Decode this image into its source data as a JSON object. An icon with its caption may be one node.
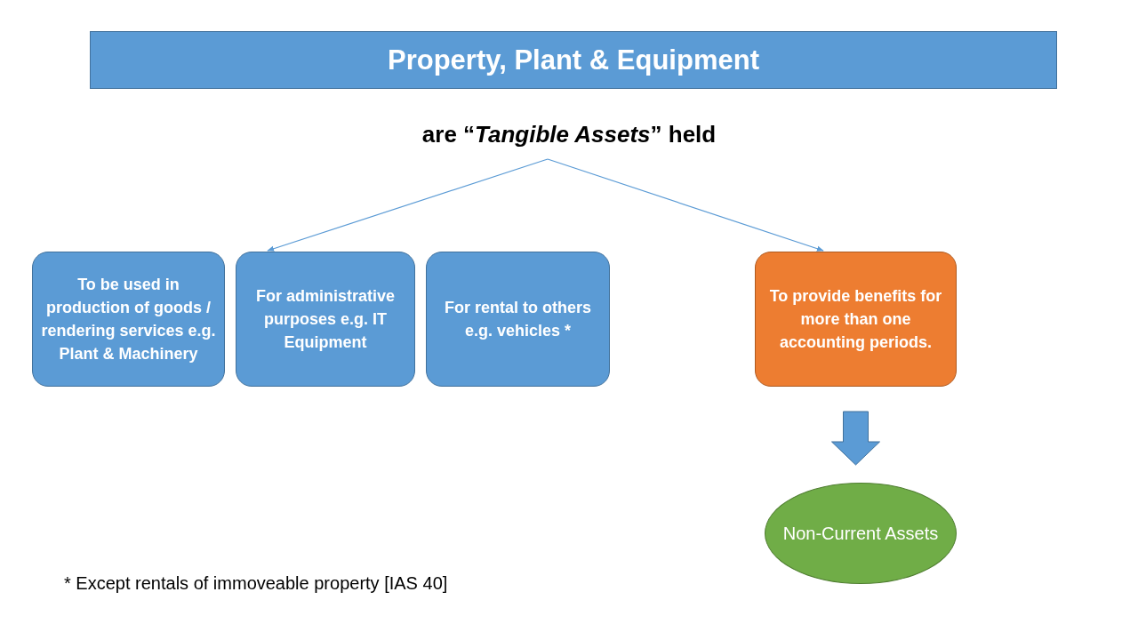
{
  "diagram": {
    "title": "Property, Plant & Equipment",
    "nodes": [
      {
        "text": [
          "are “*Tangible Assets*” held"
        ]
      },
      {
        "text": [
          "To be used in production of goods / rendering services e.g. Plant & Machinery"
        ]
      },
      {
        "text": [
          "For administrative purposes e.g. IT Equipment"
        ]
      },
      {
        "text": [
          "For rental to others e.g. vehicles *"
        ]
      },
      {
        "text": [
          "To provide benefits for more than one accounting periods."
        ]
      },
      {
        "text": [
          "Non-Current Assets"
        ]
      }
    ],
    "edges": [
      {
        "from": 0,
        "to": 2,
        "arrow": "to"
      },
      {
        "from": 0,
        "to": 4,
        "arrow": "to"
      },
      {
        "from": 4,
        "to": 5,
        "arrow": "to",
        "style": "thick"
      }
    ],
    "labels": [
      "* Except rentals of immoveable property [IAS 40]"
    ]
  }
}
